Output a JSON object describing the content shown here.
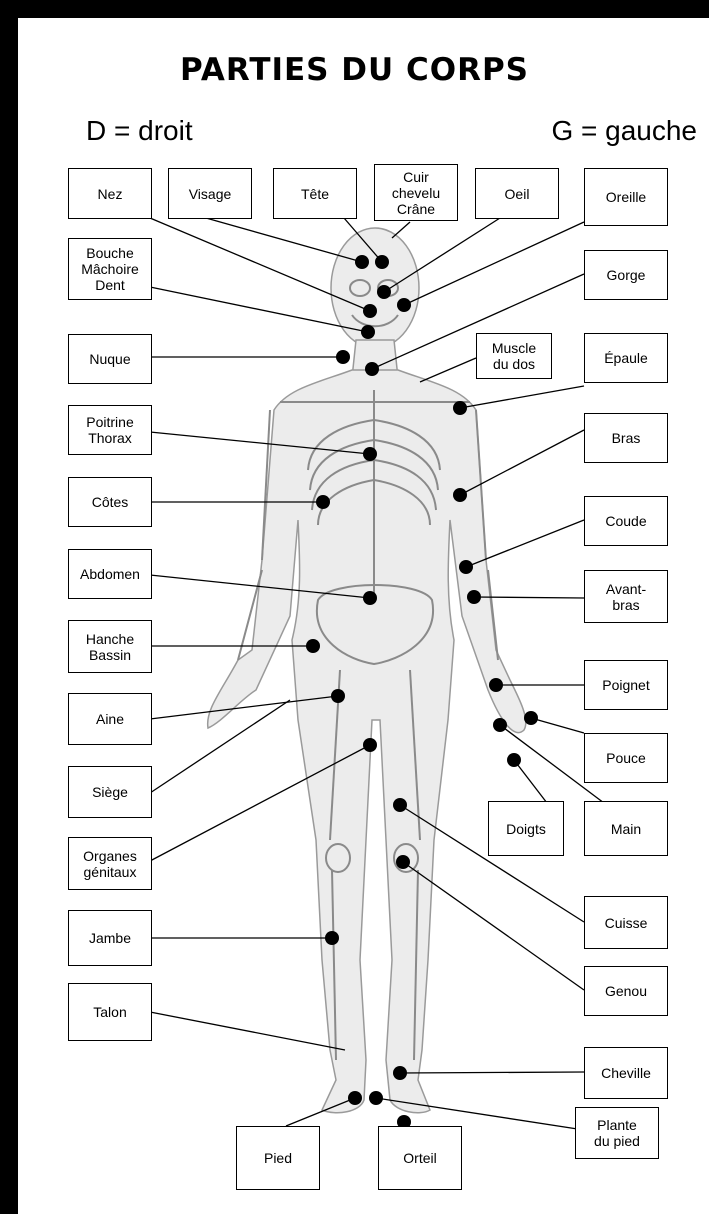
{
  "title": "PARTIES DU CORPS",
  "legend_left": "D = droit",
  "legend_right": "G = gauche",
  "labels": {
    "nez": "Nez",
    "visage": "Visage",
    "tete": "Tête",
    "cuir": "Cuir\nchevelu\nCrâne",
    "oeil": "Oeil",
    "oreille": "Oreille",
    "bouche": "Bouche\nMâchoire\nDent",
    "gorge": "Gorge",
    "nuque": "Nuque",
    "muscle_dos": "Muscle\ndu dos",
    "epaule": "Épaule",
    "poitrine": "Poitrine\nThorax",
    "bras": "Bras",
    "cotes": "Côtes",
    "coude": "Coude",
    "abdomen": "Abdomen",
    "avant_bras": "Avant-\nbras",
    "hanche": "Hanche\nBassin",
    "poignet": "Poignet",
    "aine": "Aine",
    "pouce": "Pouce",
    "siege": "Siège",
    "doigts": "Doigts",
    "main": "Main",
    "organes": "Organes\ngénitaux",
    "cuisse": "Cuisse",
    "jambe": "Jambe",
    "genou": "Genou",
    "talon": "Talon",
    "cheville": "Cheville",
    "plante": "Plante\ndu pied",
    "pied": "Pied",
    "orteil": "Orteil"
  }
}
